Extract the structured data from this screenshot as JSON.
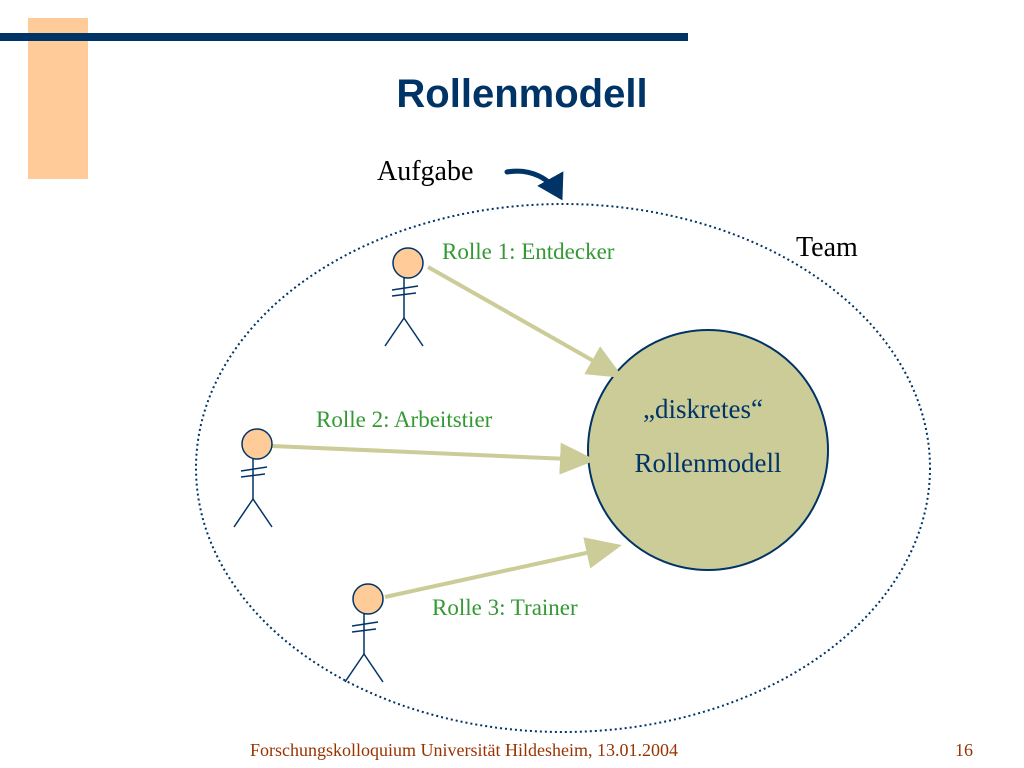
{
  "slide": {
    "title": "Rollenmodell",
    "footer": "Forschungskolloquium Universität Hildesheim, 13.01.2004",
    "page_number": "16"
  },
  "diagram": {
    "task_label": "Aufgabe",
    "team_label": "Team",
    "center_line1": "„diskretes“",
    "center_line2": "Rollenmodell",
    "roles": [
      {
        "label": "Rolle 1: Entdecker"
      },
      {
        "label": "Rolle 2: Arbeitstier"
      },
      {
        "label": "Rolle 3: Trainer"
      }
    ]
  },
  "colors": {
    "title": "#003366",
    "accent_bar": "#ffcc99",
    "top_rule": "#003366",
    "role_text": "#339933",
    "center_circle_fill": "#cccc99",
    "arrow": "#cccc99",
    "figure_head": "#ffcc99",
    "footer_text": "#993300"
  }
}
